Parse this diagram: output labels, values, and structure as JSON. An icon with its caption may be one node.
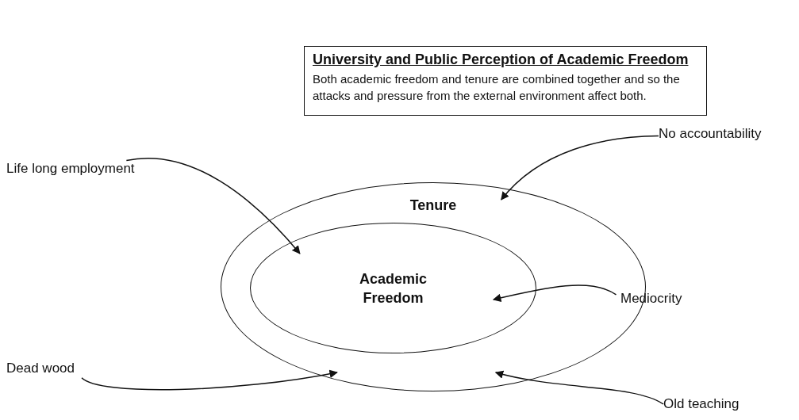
{
  "diagram": {
    "nodes": [
      {
        "text": [
          "University and Public Perception of Academic Freedom",
          "Both academic freedom and tenure are combined together and so the attacks and pressure from the external environment affect both."
        ]
      },
      {
        "text": [
          "Tenure"
        ]
      },
      {
        "text": [
          "Academic Freedom"
        ],
        "in": 1
      },
      {
        "text": [
          "Life long employment"
        ]
      },
      {
        "text": [
          "No accountability"
        ]
      },
      {
        "text": [
          "Mediocrity"
        ]
      },
      {
        "text": [
          "Dead wood"
        ]
      },
      {
        "text": [
          "Old teaching"
        ]
      }
    ],
    "edges": [
      {
        "from": 3,
        "to": 2,
        "arrow": "to"
      },
      {
        "from": 4,
        "to": 1,
        "arrow": "to"
      },
      {
        "from": 5,
        "to": 2,
        "arrow": "to"
      },
      {
        "from": 6,
        "to": 1,
        "arrow": "to"
      },
      {
        "from": 7,
        "to": 1,
        "arrow": "to"
      }
    ]
  }
}
